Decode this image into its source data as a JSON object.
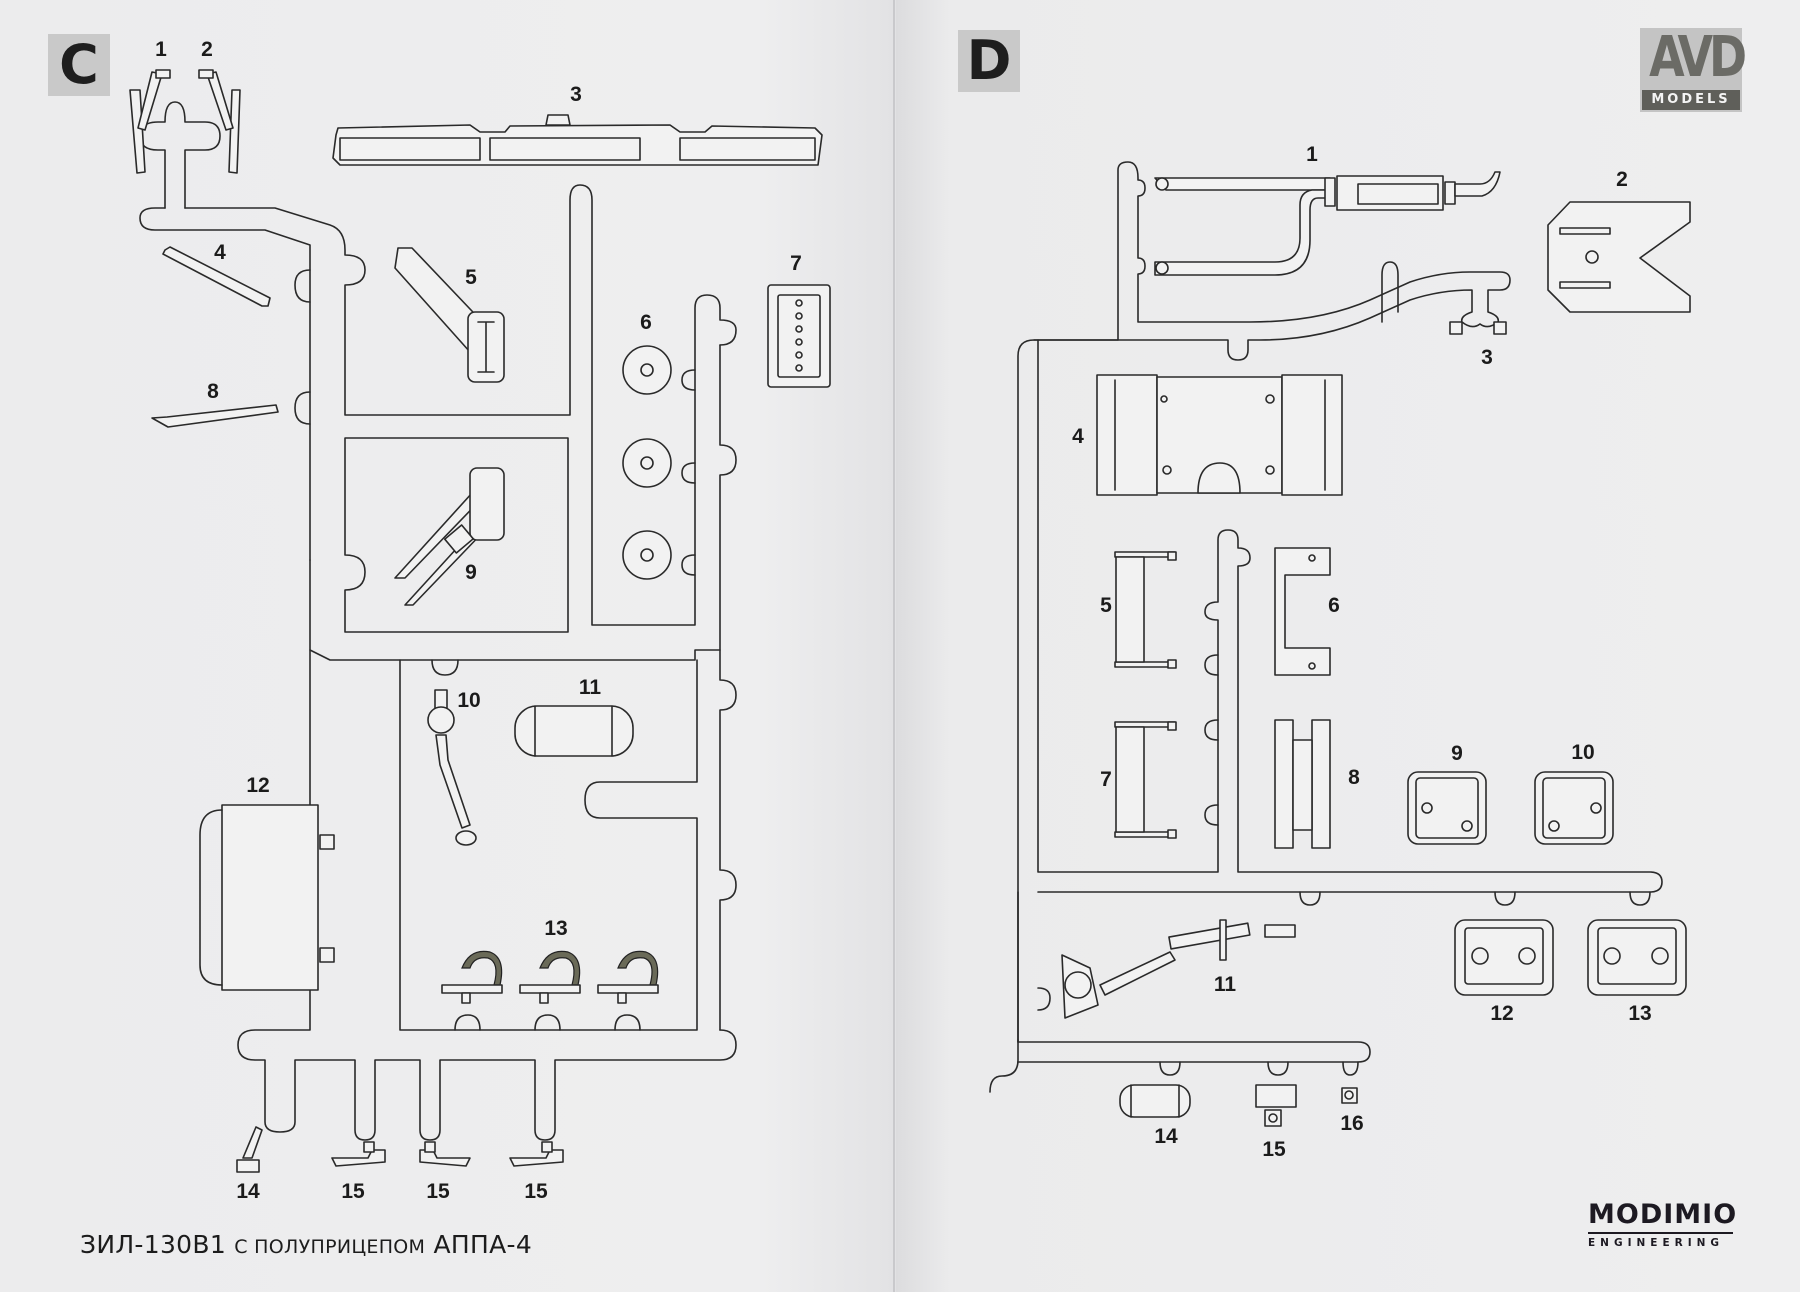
{
  "document": {
    "type": "model kit parts sprue diagram",
    "caption_main": "ЗИЛ-130В1",
    "caption_small": "С ПОЛУПРИЦЕПОМ",
    "caption_end": "АППА-4"
  },
  "brand": {
    "avd_logo": "AVD",
    "avd_sub": "MODELS",
    "modimio_logo": "MODIMIO",
    "modimio_sub": "ENGINEERING"
  },
  "sheets": {
    "left": {
      "letter": "C",
      "parts": [
        "1",
        "2",
        "3",
        "4",
        "5",
        "6",
        "7",
        "8",
        "9",
        "10",
        "11",
        "12",
        "13",
        "14",
        "15",
        "15",
        "15"
      ]
    },
    "right": {
      "letter": "D",
      "parts": [
        "1",
        "2",
        "3",
        "4",
        "5",
        "6",
        "7",
        "8",
        "9",
        "10",
        "11",
        "12",
        "13",
        "14",
        "15",
        "16"
      ]
    }
  },
  "colors": {
    "paper": "#eeeeef",
    "ink": "#2a2a2a",
    "badge": "#c9c9c9"
  }
}
